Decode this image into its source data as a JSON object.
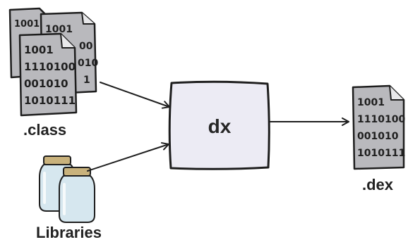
{
  "nodes": {
    "class_files": {
      "label": ".class",
      "binary_lines": [
        "1001",
        "1110100",
        "001010",
        "1010111"
      ],
      "back_fragments": [
        "1001",
        "00",
        "010",
        "1"
      ]
    },
    "libraries": {
      "label": "Libraries"
    },
    "dx": {
      "label": "dx"
    },
    "dex_file": {
      "label": ".dex",
      "binary_lines": [
        "1001",
        "1110100",
        "001010",
        "1010111"
      ]
    }
  },
  "colors": {
    "document_fill": "#b9b9bd",
    "document_fold": "#e8e8ea",
    "dx_box_fill": "#ecebf4",
    "jar_glass": "#d6e7ef",
    "jar_lid": "#c9b27c",
    "stroke": "#1e1e1e"
  }
}
